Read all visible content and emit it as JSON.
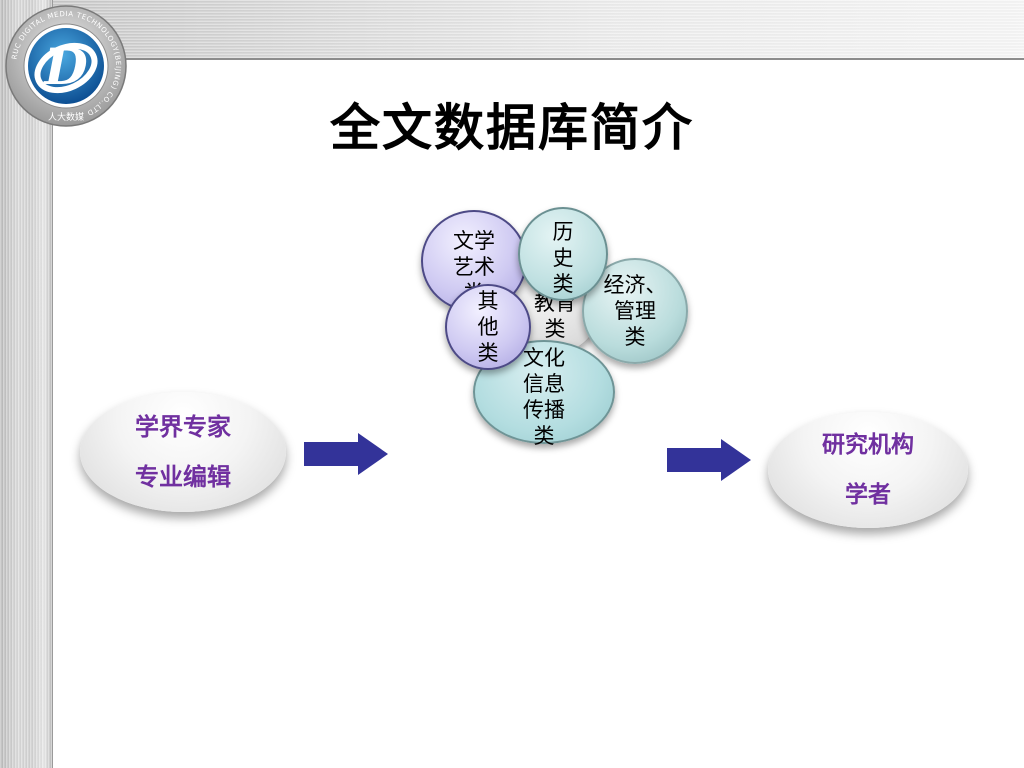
{
  "slide": {
    "title": "全文数据库简介"
  },
  "logo": {
    "ring_text": "RUC DIGITAL MEDIA TECHNOLOGY(BEIJING) CO.,LTD",
    "letter": "D",
    "bottom_text": "人大数媒"
  },
  "sources": {
    "line1": "学界专家",
    "line2": "专业编辑"
  },
  "audience": {
    "line1": "研究机构",
    "line2": "学者"
  },
  "categories": {
    "literature": [
      "文学",
      "艺术",
      "类"
    ],
    "history": [
      "历",
      "史",
      "类"
    ],
    "economics": [
      "经济、",
      "管理",
      "类"
    ],
    "education": [
      "教育",
      "类"
    ],
    "other": [
      "其",
      "他",
      "类"
    ],
    "culture": [
      "文化",
      "信息",
      "传播",
      "类"
    ]
  },
  "colors": {
    "purple_text": "#7030a0",
    "arrow": "#333399",
    "lavender": "#cfcaf2",
    "teal": "#b3dde0"
  }
}
